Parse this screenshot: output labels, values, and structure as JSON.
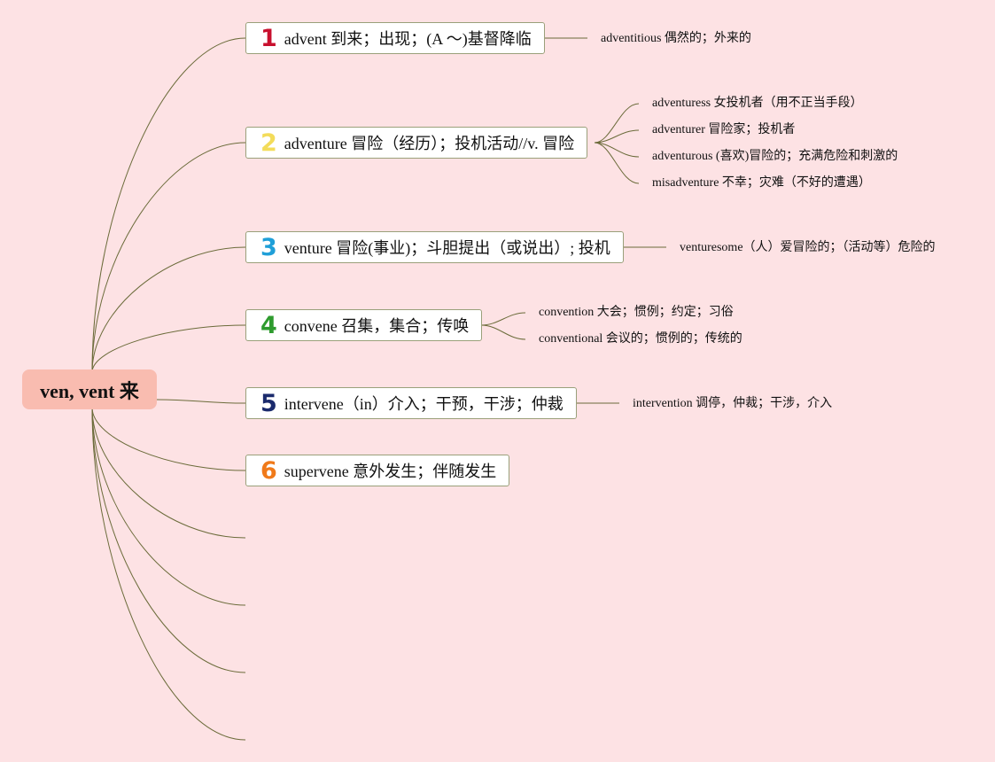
{
  "root": {
    "label": "ven, vent 来"
  },
  "topics": [
    {
      "number": "1",
      "color": "#c8102e",
      "text": "advent 到来；出现；(A 〜)基督降临"
    },
    {
      "number": "2",
      "color": "#f3dc5a",
      "text": "adventure 冒险（经历）；投机活动//v. 冒险"
    },
    {
      "number": "3",
      "color": "#1f9fd8",
      "text": "venture 冒险(事业)；斗胆提出（或说出）; 投机"
    },
    {
      "number": "4",
      "color": "#2e9b2e",
      "text": "convene 召集，集合；传唤"
    },
    {
      "number": "5",
      "color": "#1a2a6c",
      "text": "intervene（in）介入；干预，干涉；仲裁"
    },
    {
      "number": "6",
      "color": "#f07a1a",
      "text": "supervene 意外发生；伴随发生"
    }
  ],
  "subtopics": [
    "adventitious 偶然的；外来的",
    "adventuress 女投机者（用不正当手段）",
    "adventurer 冒险家；投机者",
    "adventurous (喜欢)冒险的；充满危险和刺激的",
    "misadventure 不幸；灾难（不好的遭遇）",
    "venturesome（人）爱冒险的；（活动等）危险的",
    "convention 大会；惯例；约定；习俗",
    "conventional 会议的；惯例的；传统的",
    "intervention 调停，仲裁；干涉，介入"
  ],
  "colors": {
    "background": "#fde2e4",
    "root_fill": "#f9bcb0",
    "topic_border": "#9aa07a",
    "connector": "#6b6b3a"
  }
}
